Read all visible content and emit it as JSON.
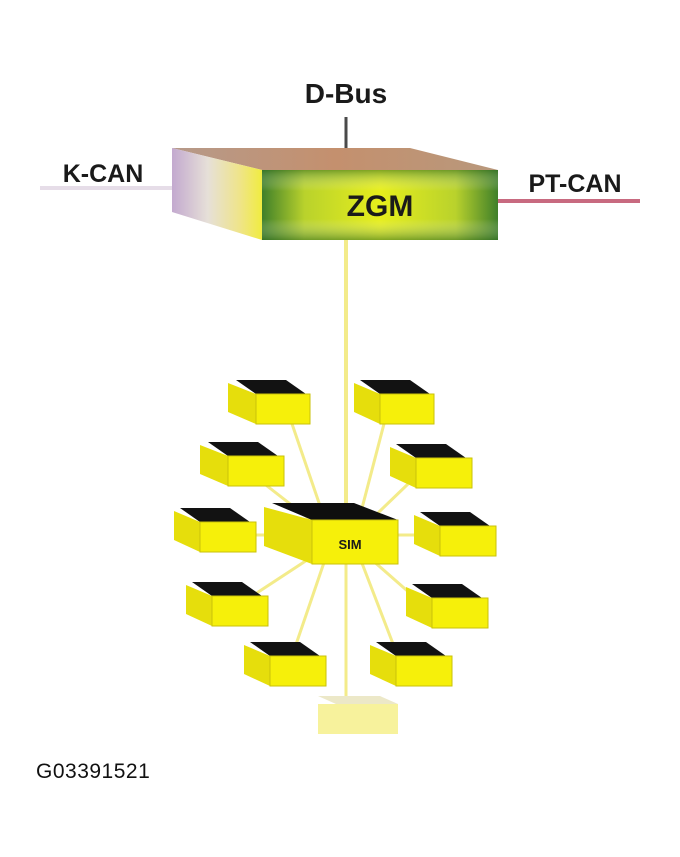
{
  "labels": {
    "dbus": "D-Bus",
    "kcan": "K-CAN",
    "ptcan": "PT-CAN",
    "zgm": "ZGM",
    "hub": "SIM"
  },
  "reference_code": "G03391521",
  "colors": {
    "module_yellow": "#f6f00a",
    "module_top": "#121212",
    "zgm_green": "#3f7f2a",
    "zgm_yellow": "#e4ec1a",
    "zgm_top": "#c08a6c",
    "kcan_line": "#e6dde8",
    "ptcan_line": "#c86a80",
    "fiber": "#f3eb8a",
    "optical_box": "#f7f29c"
  }
}
